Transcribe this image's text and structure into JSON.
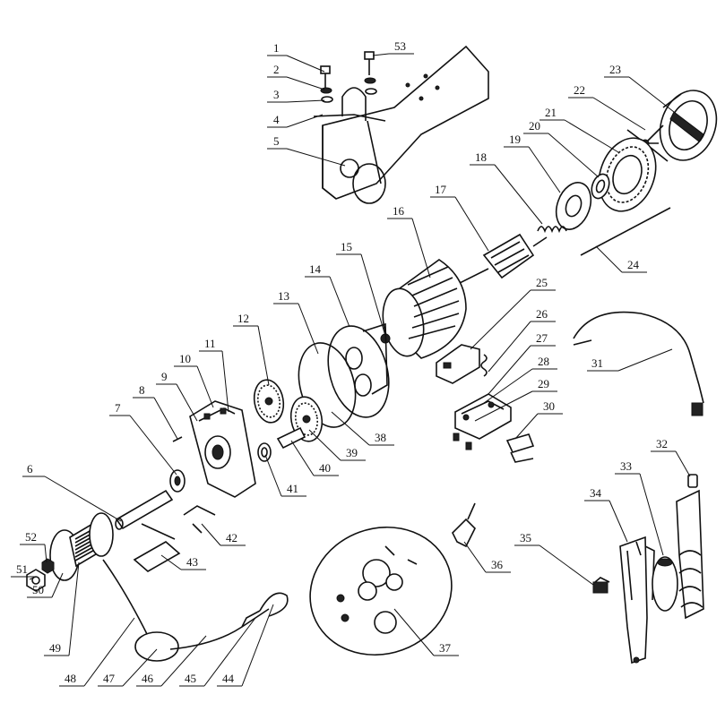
{
  "callouts": [
    "1",
    "2",
    "3",
    "4",
    "5",
    "6",
    "7",
    "8",
    "9",
    "10",
    "11",
    "12",
    "13",
    "14",
    "15",
    "16",
    "17",
    "18",
    "19",
    "20",
    "21",
    "22",
    "23",
    "24",
    "25",
    "26",
    "27",
    "28",
    "29",
    "30",
    "31",
    "32",
    "33",
    "34",
    "35",
    "36",
    "37",
    "38",
    "39",
    "40",
    "41",
    "42",
    "43",
    "44",
    "45",
    "46",
    "47",
    "48",
    "49",
    "50",
    "51",
    "52",
    "53"
  ],
  "colors": {
    "ink": "#111111",
    "background": "#ffffff"
  }
}
